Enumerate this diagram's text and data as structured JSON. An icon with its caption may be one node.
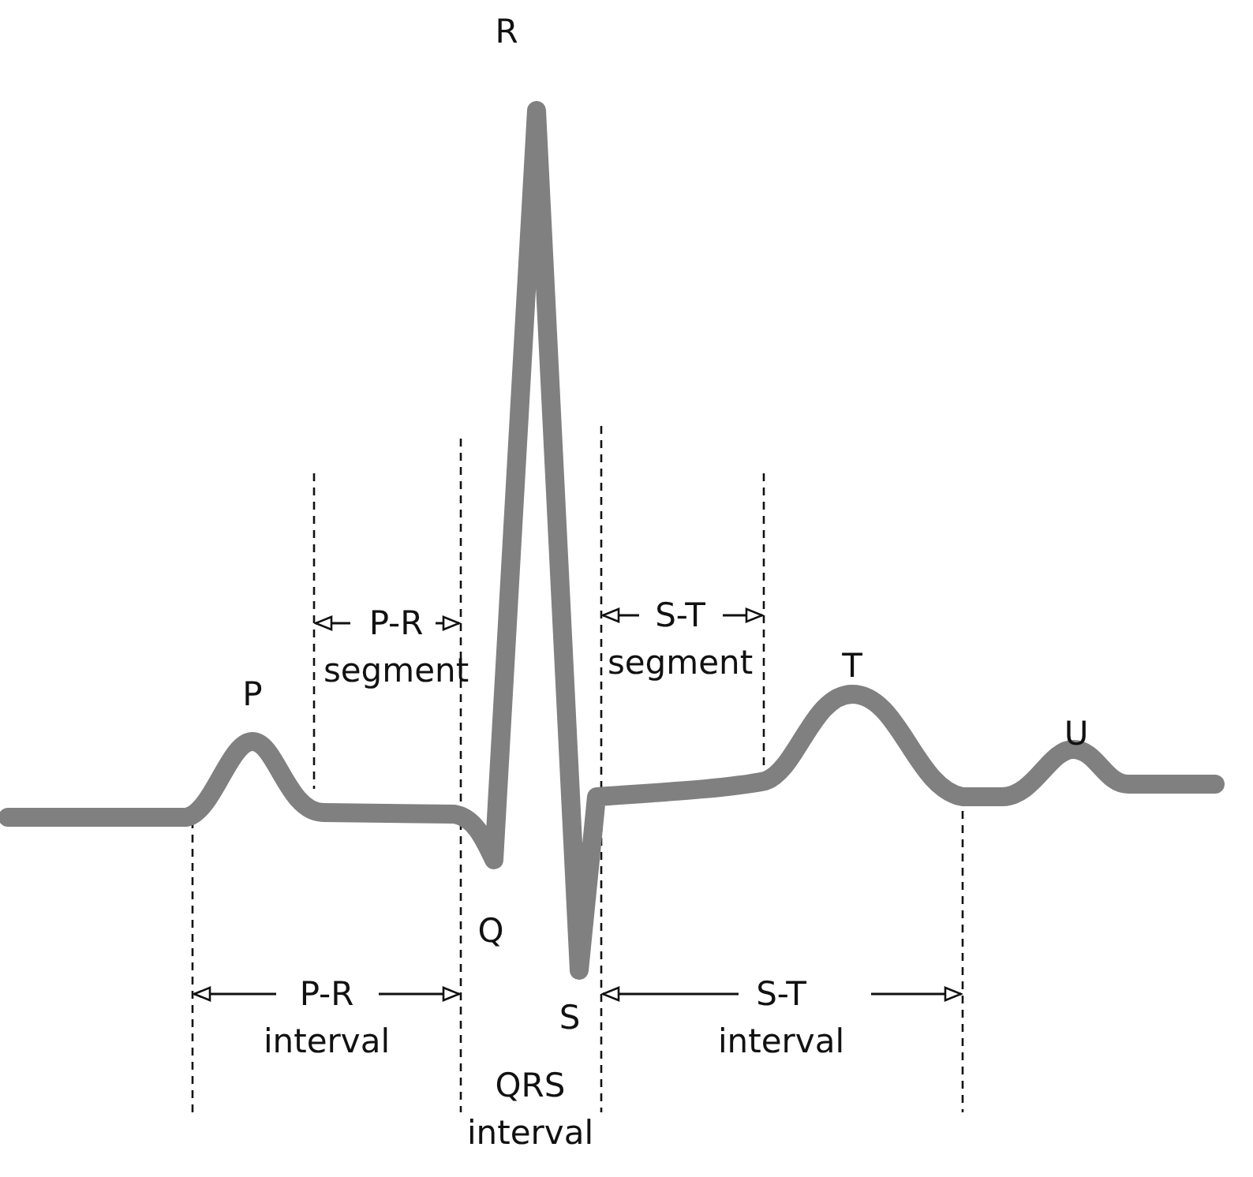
{
  "diagram": {
    "labels": [
      "R",
      "S-T segment",
      "P-R segment",
      "T",
      "P",
      "U",
      "Q",
      "P-R interval",
      "S-T interval",
      "S",
      "QRS interval"
    ]
  }
}
